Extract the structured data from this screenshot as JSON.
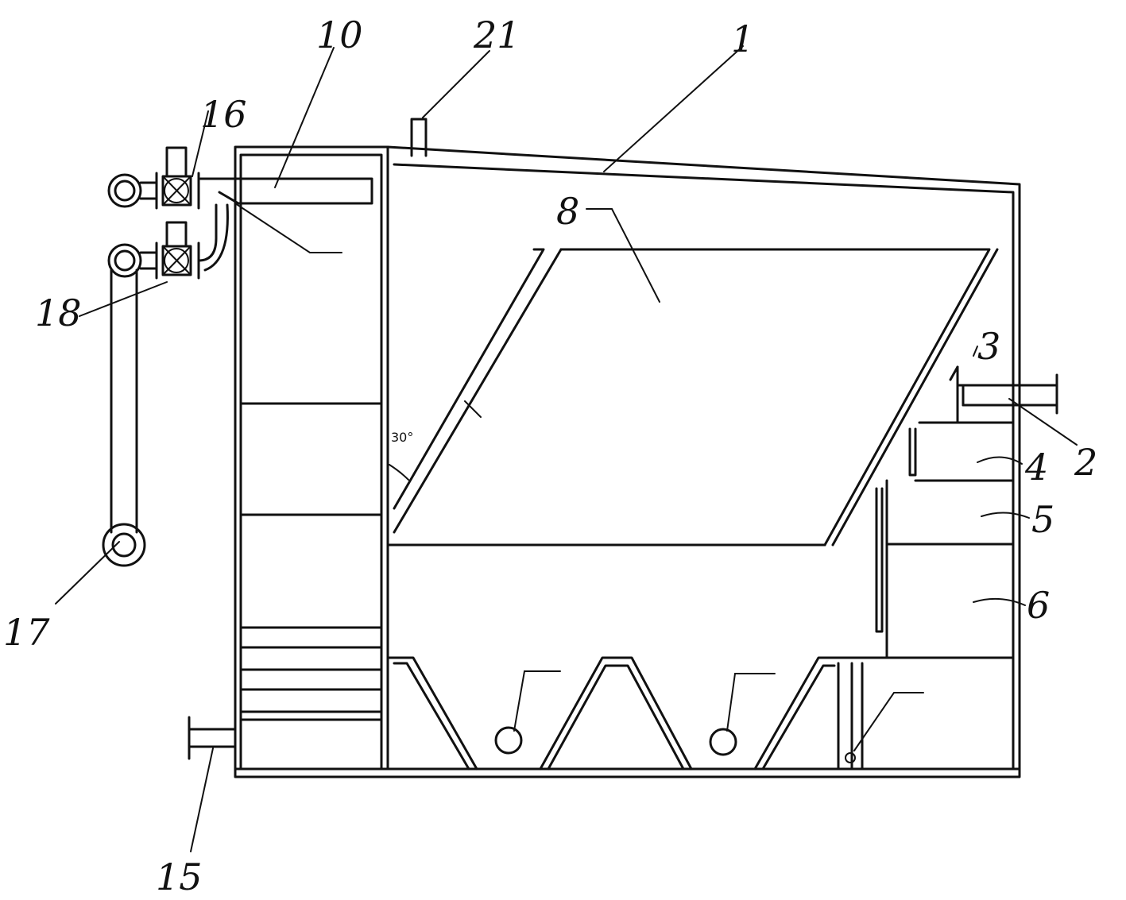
{
  "labels": {
    "l1": "1",
    "l2": "2",
    "l3": "3",
    "l4": "4",
    "l5": "5",
    "l6": "6",
    "l8": "8",
    "l10": "10",
    "l15": "15",
    "l16": "16",
    "l17": "17",
    "l18": "18",
    "l21": "21",
    "angle": "30°"
  },
  "colors": {
    "ink": "#111111",
    "paper": "#ffffff"
  }
}
